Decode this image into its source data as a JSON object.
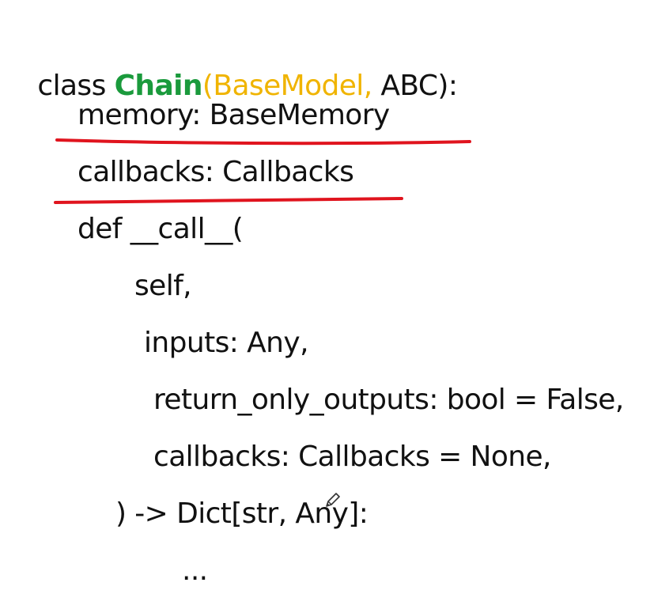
{
  "code": {
    "line1": {
      "prefix": "class ",
      "class_name": "Chain",
      "paren_open": "(",
      "base1": "BaseModel,",
      "rest": " ABC):"
    },
    "line2": "memory: BaseMemory",
    "line3": "callbacks: Callbacks",
    "line4": "def __call__(",
    "line5": "self,",
    "line6": "inputs: Any,",
    "line7": "return_only_outputs: bool = False,",
    "line8": "callbacks: Callbacks = None,",
    "line9": ") -> Dict[str, Any]:",
    "line10": "..."
  },
  "colors": {
    "class_name": "#1a9a3c",
    "base_model": "#f0b400",
    "text": "#111111",
    "underline": "#e0141e"
  },
  "icons": {
    "cursor": "pencil-icon"
  }
}
